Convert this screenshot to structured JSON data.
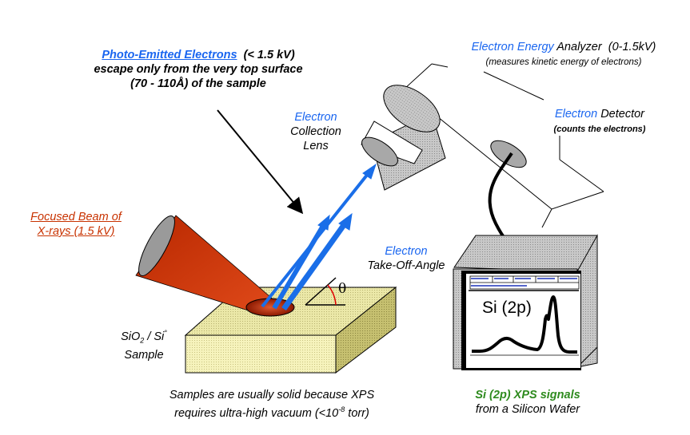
{
  "labels": {
    "photo_emitted": {
      "title": "Photo-Emitted Electrons",
      "energy": "(< 1.5 kV)",
      "line2": "escape only from the very top surface",
      "line3": "(70 - 110Å) of the sample"
    },
    "analyzer": {
      "blue_part": "Electron Energy",
      "black_part": "Analyzer",
      "range": "(0-1.5kV)",
      "subtitle": "(measures kinetic energy of electrons)"
    },
    "detector": {
      "blue_part": "Electron",
      "black_part": "Detector",
      "subtitle": "(counts the electrons)"
    },
    "lens": {
      "line1": "Electron",
      "line2": "Collection",
      "line3": "Lens"
    },
    "xray": {
      "line1": "Focused Beam of",
      "line2": "X-rays (1.5 kV)"
    },
    "takeoff": {
      "line1": "Electron",
      "line2": "Take-Off-Angle",
      "angle_symbol": "θ"
    },
    "sample": {
      "formula_a": "SiO",
      "formula_sub": "2",
      "formula_b": " / Si",
      "formula_sup": "°",
      "line2": "Sample"
    },
    "vacuum_note": {
      "line1": "Samples are usually solid because XPS",
      "line2_a": "requires ultra-high vacuum (<10",
      "line2_sup": "-8",
      "line2_b": " torr)"
    },
    "spectrum_caption": {
      "line1": "Si (2p) XPS signals",
      "line2": "from a Silicon Wafer"
    },
    "monitor_screen": {
      "peak_label": "Si (2p)"
    }
  },
  "colors": {
    "blue_text": "#1a66f0",
    "red_text": "#c83200",
    "green_text": "#2e8b1e",
    "electron_arrow": "#1a6ee8",
    "xray_cone": "#c83010",
    "sample_top": "#e8e6a0",
    "sample_side": "#f4f0b0",
    "monitor_gray": "#b4b4b4"
  }
}
